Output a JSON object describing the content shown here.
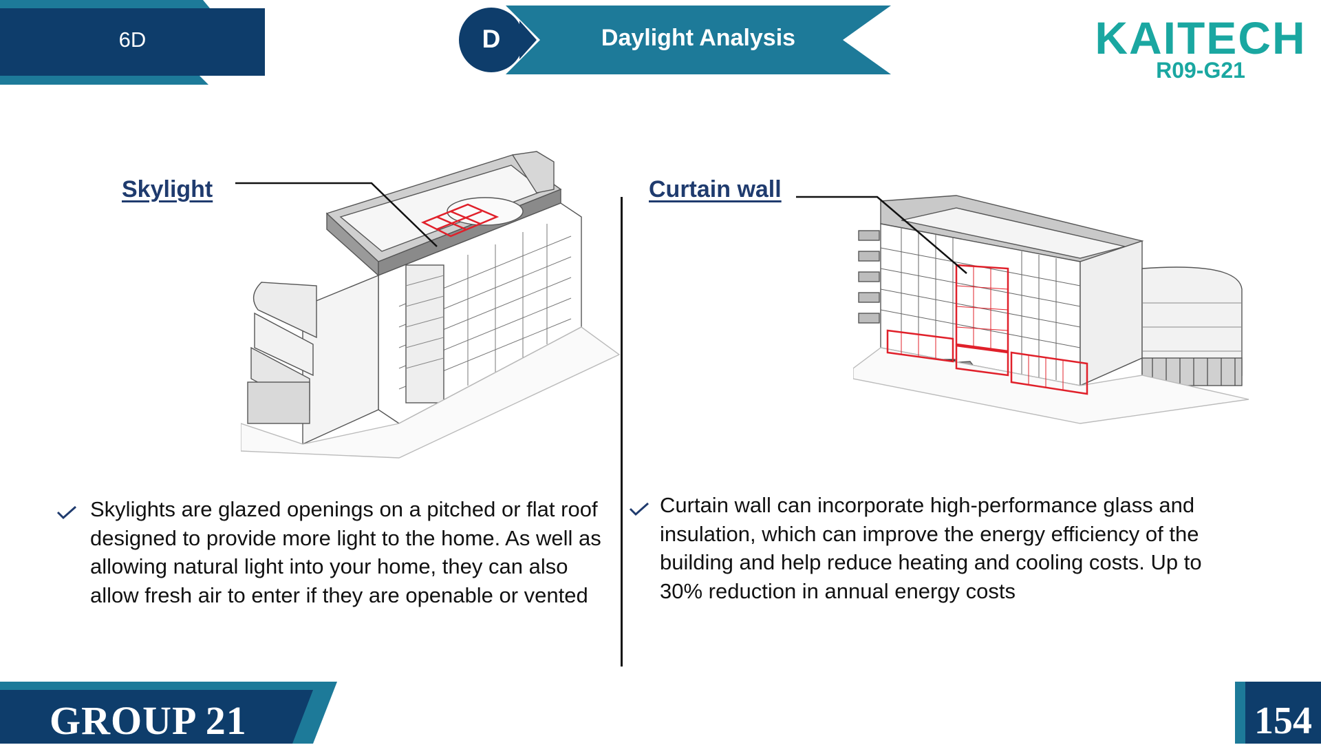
{
  "header": {
    "section_label": "6D",
    "badge_letter": "D",
    "title": "Daylight Analysis"
  },
  "logo": {
    "brand": "KAITECH",
    "code": "R09-G21"
  },
  "left_panel": {
    "heading": "Skylight",
    "bullet_lines": [
      "Skylights are glazed openings on a pitched or flat roof",
      "designed to provide more light to the home. As well as",
      "allowing natural light into your home, they can also",
      "allow fresh air to enter if they are openable or vented"
    ]
  },
  "right_panel": {
    "heading": "Curtain wall",
    "bullet_lines": [
      "Curtain wall can incorporate high-performance glass and",
      "insulation, which can improve the energy efficiency of the",
      "building and help reduce heating and cooling costs. Up to",
      "30% reduction in annual energy costs"
    ]
  },
  "footer": {
    "group_label": "GROUP 21",
    "page_number": "154"
  },
  "colors": {
    "navy": "#0e3d6b",
    "teal": "#1d7a99",
    "logo_teal": "#1aa7a1",
    "highlight_red": "#e0202a"
  }
}
